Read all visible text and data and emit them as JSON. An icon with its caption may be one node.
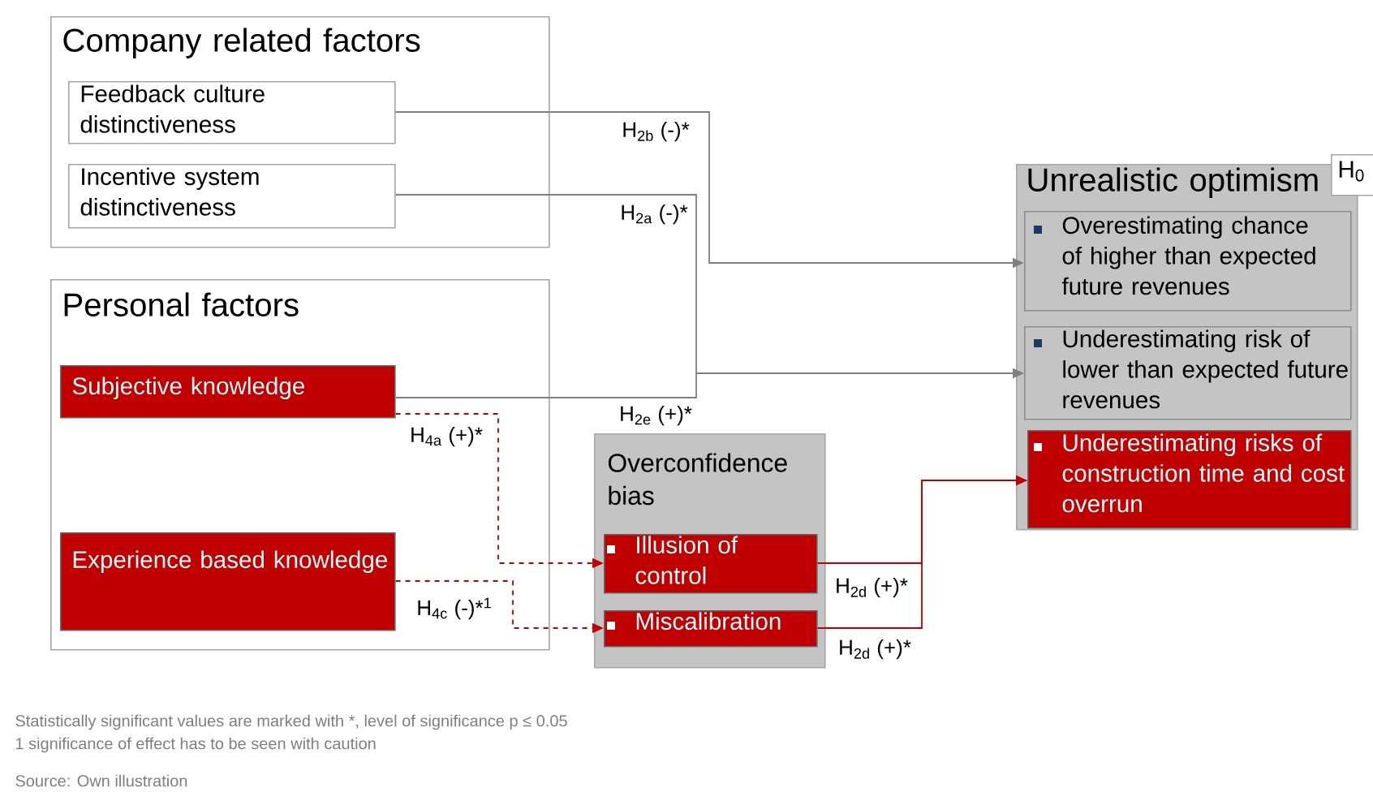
{
  "diagram": {
    "nodes": [
      {
        "text": [
          "Company related factors"
        ]
      },
      {
        "text": [
          "Feedback culture distinctiveness"
        ],
        "in": 0
      },
      {
        "text": [
          "Incentive system distinctiveness"
        ],
        "in": 0
      },
      {
        "text": [
          "Personal factors"
        ]
      },
      {
        "text": [
          "Subjective knowledge"
        ],
        "in": 3
      },
      {
        "text": [
          "Experience based knowledge"
        ],
        "in": 3
      },
      {
        "text": [
          "Overconfidence bias"
        ]
      },
      {
        "text": [
          "Illusion of control"
        ],
        "in": 6
      },
      {
        "text": [
          "Miscalibration"
        ],
        "in": 6
      },
      {
        "text": [
          "Unrealistic optimism"
        ]
      },
      {
        "text": [
          "Overestimating chance of higher than expected future revenues"
        ],
        "in": 9
      },
      {
        "text": [
          "Underestimating risk of lower than expected future revenues"
        ],
        "in": 9
      },
      {
        "text": [
          "Underestimating risks of construction time and cost overrun"
        ],
        "in": 9
      },
      {
        "text": [
          "H$_{0}$"
        ]
      }
    ],
    "edges": [
      {
        "from": 1,
        "to": 10,
        "arrow": "to",
        "label": "H$_{2b}$ (-)*",
        "color": "#808080"
      },
      {
        "from": 2,
        "to": 11,
        "arrow": "to",
        "label": "H$_{2a}$ (-)*",
        "color": "#808080"
      },
      {
        "from": 4,
        "to": 11,
        "arrow": "to",
        "label": "H$_{2e}$ (+)*",
        "color": "#808080"
      },
      {
        "from": 4,
        "to": 7,
        "arrow": "to",
        "label": "H$_{4a}$ (+)*",
        "style": "dashed",
        "color": "#c00000"
      },
      {
        "from": 5,
        "to": 8,
        "arrow": "to",
        "label": "H$_{4c}$ (-)*$^{1}$",
        "style": "dashed",
        "color": "#c00000"
      },
      {
        "from": 7,
        "to": 12,
        "arrow": "to",
        "label": "H$_{2d}$ (+)*",
        "color": "#c00000"
      },
      {
        "from": 8,
        "to": 12,
        "arrow": "to",
        "label": "H$_{2d}$ (+)*",
        "color": "#c00000"
      }
    ],
    "labels": [
      "Statistically significant values are marked with *, level of significance p ≤ 0.05",
      "1 significance of effect has to be seen with caution",
      "Source: Own illustration"
    ]
  }
}
